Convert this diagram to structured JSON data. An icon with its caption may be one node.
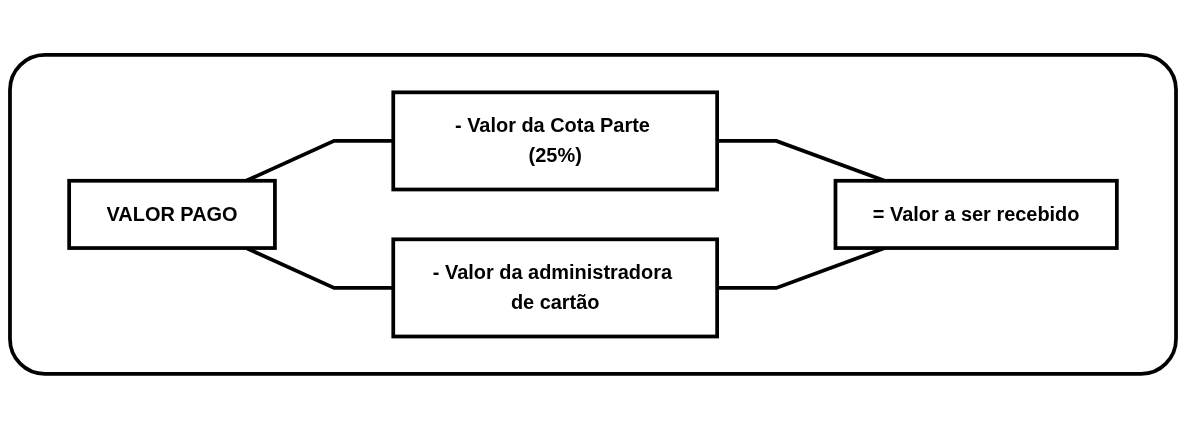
{
  "diagram": {
    "nodes": [
      {
        "text": [],
        "shape": "box"
      },
      {
        "text": [
          "VALOR PAGO"
        ],
        "in": 0
      },
      {
        "text": [
          "- Valor da Cota Parte (25%)"
        ],
        "in": 0
      },
      {
        "text": [
          "- Valor da administradora de cartão"
        ],
        "in": 0
      },
      {
        "text": [
          "= Valor a ser recebido"
        ],
        "in": 0
      }
    ],
    "edges": [
      {
        "from": 1,
        "to": 2,
        "arrow": "none"
      },
      {
        "from": 1,
        "to": 3,
        "arrow": "none"
      },
      {
        "from": 2,
        "to": 4,
        "arrow": "none"
      },
      {
        "from": 3,
        "to": 4,
        "arrow": "none"
      }
    ]
  }
}
